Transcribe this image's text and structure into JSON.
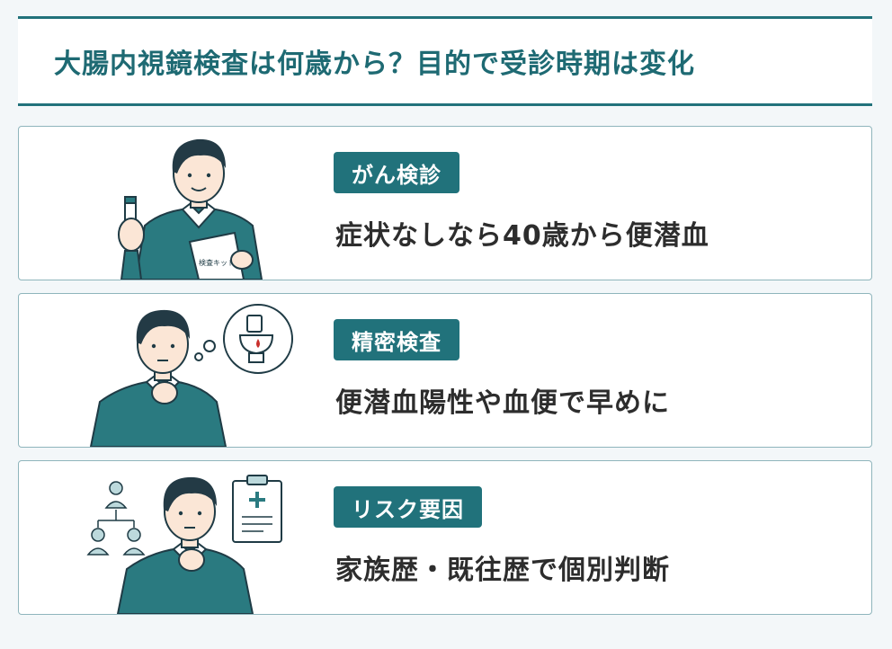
{
  "title": "大腸内視鏡検査は何歳から？目的で受診時期は変化",
  "cards": [
    {
      "badge": "がん検診",
      "desc": "症状なしなら40歳から便潜血",
      "kit_label": "検査キット"
    },
    {
      "badge": "精密検査",
      "desc": "便潜血陽性や血便で早めに"
    },
    {
      "badge": "リスク要因",
      "desc": "家族歴・既往歴で個別判断"
    }
  ],
  "colors": {
    "accent": "#21727b",
    "sweater": "#2a7a80",
    "hair": "#233a45",
    "skin": "#fbe6d6"
  }
}
